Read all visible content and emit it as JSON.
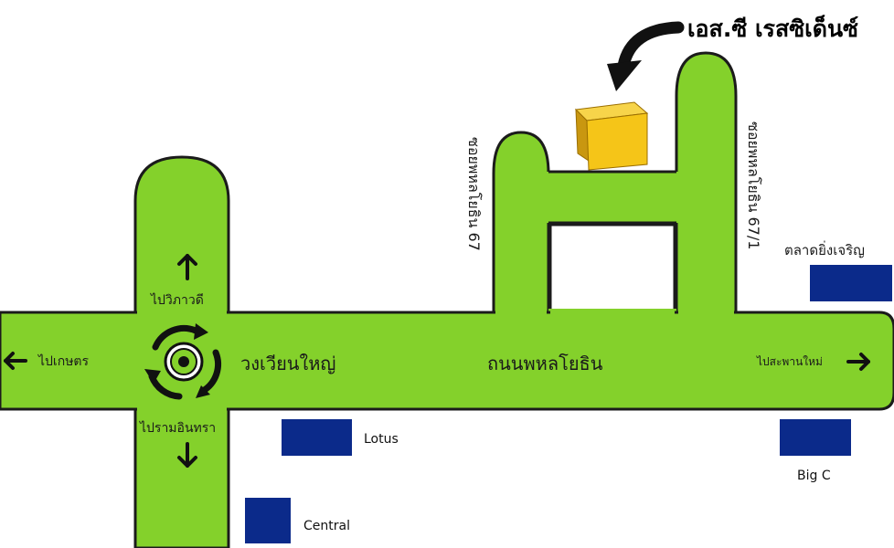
{
  "map": {
    "title": "เอส.ซี เรสซิเด็นซ์",
    "main_road": "ถนนพหลโยธิน",
    "roundabout": "วงเวียนใหญ่",
    "directions": {
      "north": "ไปวิภาวดี",
      "south": "ไปรามอินทรา",
      "west": "ไปเกษตร",
      "east": "ไปสะพานใหม่"
    },
    "sois": {
      "left": "ซอยพหลโยธิน 67",
      "right": "ซอยพหลโยธิน 67/1"
    },
    "landmarks": {
      "market": "ตลาดยิ่งเจริญ",
      "lotus": "Lotus",
      "central": "Central",
      "bigc": "Big C"
    },
    "colors": {
      "road": "#84d12b",
      "road_outline": "#1b1b1b",
      "store_block": "#0b2a8a",
      "building_top": "#f5c518",
      "building_side": "#c99710"
    }
  }
}
